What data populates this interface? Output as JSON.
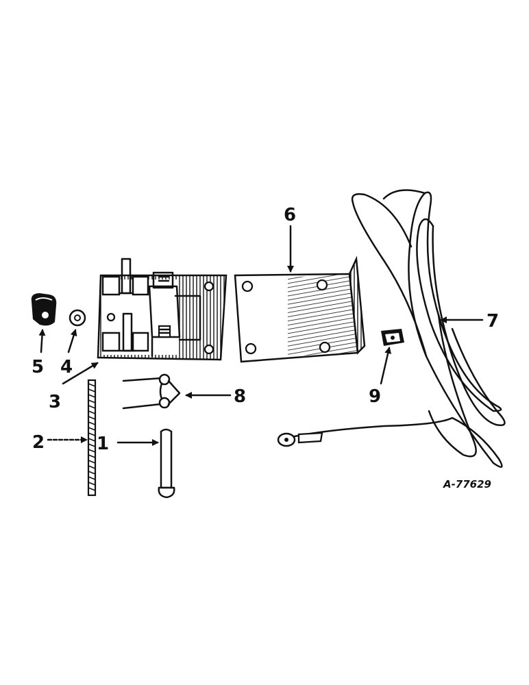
{
  "figure": {
    "id": "A-77629",
    "callouts": {
      "c1": "1",
      "c2": "2",
      "c3": "3",
      "c4": "4",
      "c5": "5",
      "c6": "6",
      "c7": "7",
      "c8": "8",
      "c9": "9"
    }
  },
  "colors": {
    "ink": "#111111",
    "paper": "#ffffff"
  }
}
